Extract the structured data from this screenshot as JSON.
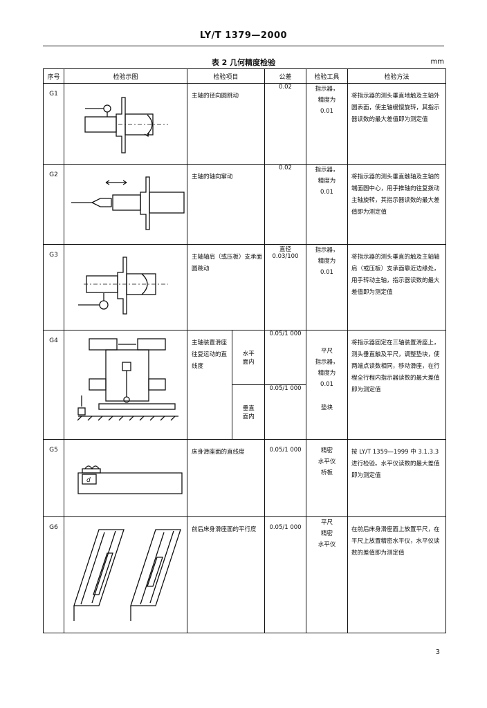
{
  "header": {
    "standard": "LY/T 1379—2000"
  },
  "caption": "表 2  几何精度检验",
  "unit": "mm",
  "columns": [
    "序号",
    "检验示图",
    "检验项目",
    "公差",
    "检验工具",
    "检验方法"
  ],
  "rows": [
    {
      "no": "G1",
      "item": "主轴的径向圆跳动",
      "tolerance": "0.02",
      "tool": "指示器，\n精度为\n0.01",
      "method": "将指示器的测头垂直地触及主轴外圆表面，使主轴缓慢旋转，其指示器读数的最大差值即为测定值"
    },
    {
      "no": "G2",
      "item": "主轴的轴向窜动",
      "tolerance": "0.02",
      "tool": "指示器，\n精度为\n0.01",
      "method": "将指示器的测头垂直触轴及主轴的端面圆中心，用手推轴向往复拨动主轴旋转，其指示器读数的最大差值即为测定值"
    },
    {
      "no": "G3",
      "item": "主轴轴肩（或压板）支承面圆跳动",
      "tolerance": "直径\n0.03/100",
      "tool": "指示器，\n精度为\n0.01",
      "method": "将指示器的测头垂直的触及主轴轴肩（或压板）支承面靠近边缘处，用手转动主轴，指示器读数的最大差值即为测定值"
    },
    {
      "no": "G4",
      "item": "主轴装置滑座往复运动的直线度",
      "sub": [
        {
          "label": "水平\n面内",
          "tolerance": "0.05/1 000"
        },
        {
          "label": "垂直\n面内",
          "tolerance": "0.05/1 000"
        }
      ],
      "tool": "平尺\n指示器，\n精度为\n0.01",
      "tool_extra": "垫块",
      "method": "将指示器固定在三轴装置滑座上，测头垂直触及平尺，调整垫块，使两端点读数相同，移动滑座，在行程全行程内指示器读数的最大差值即为测定值"
    },
    {
      "no": "G5",
      "item": "床身滑座面的直线度",
      "tolerance": "0.05/1 000",
      "tool": "精密\n水平仪\n桥板",
      "method": "按 LY/T 1359—1999 中 3.1.3.3 进行检验。水平仪读数的最大差值即为测定值",
      "sketch_label": "d"
    },
    {
      "no": "G6",
      "item": "前后床身滑座面的平行度",
      "tolerance": "0.05/1 000",
      "tool": "平尺\n精密\n水平仪",
      "method": "在前后床身滑座面上放置平尺，在平尺上放置精密水平仪，水平仪读数的差值即为测定值"
    }
  ],
  "page_number": "3"
}
